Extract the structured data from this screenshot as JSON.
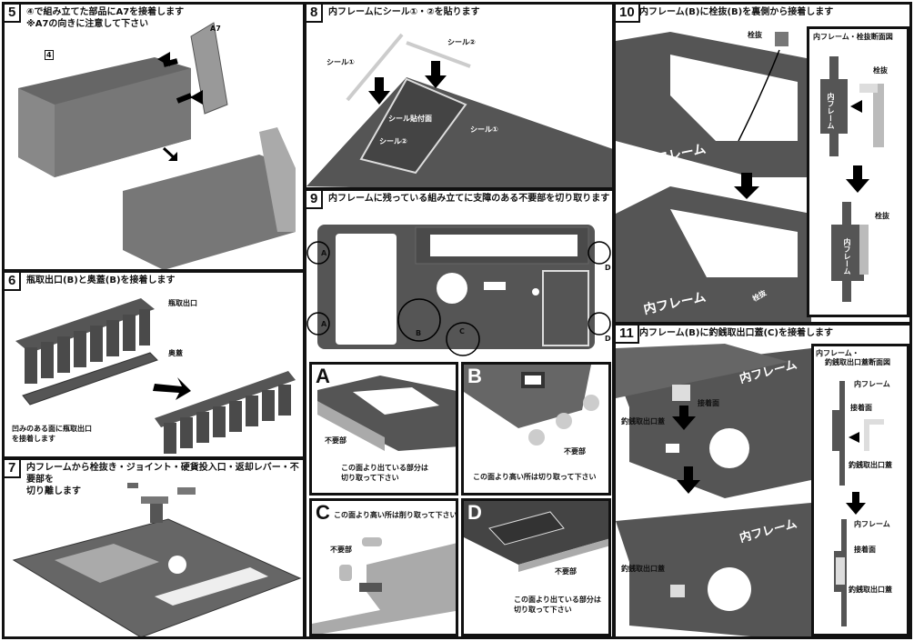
{
  "steps": {
    "s5": {
      "num": "5",
      "title1": "④で組み立てた部品にA7を接着します",
      "title2": "※A7の向きに注意して下さい",
      "label_a7": "A7",
      "label_4": "4"
    },
    "s6": {
      "num": "6",
      "title": "瓶取出口(B)と奥蓋(B)を接着します",
      "label_outlet": "瓶取出口",
      "label_lid": "奥蓋",
      "note1": "凹みのある面に瓶取出口",
      "note2": "を接着します"
    },
    "s7": {
      "num": "7",
      "title1": "内フレームから栓抜き・ジョイント・硬貨投入口・返却レバー・不要部を",
      "title2": "切り離します"
    },
    "s8": {
      "num": "8",
      "title": "内フレームにシール①・②を貼ります",
      "label_seal1": "シール①",
      "label_seal2": "シール②",
      "label_surface": "シール貼付面",
      "label_seal1b": "シール①",
      "label_seal2b": "シール②"
    },
    "s9": {
      "num": "9",
      "title": "内フレームに残っている組み立てに支障のある不要部を切り取ります",
      "markers": [
        "A",
        "A",
        "B",
        "C",
        "D",
        "D"
      ],
      "details": [
        {
          "letter": "A",
          "unneeded": "不要部",
          "note1": "この面より出ている部分は",
          "note2": "切り取って下さい"
        },
        {
          "letter": "B",
          "unneeded": "不要部",
          "note1": "この面より高い所は切り取って下さい"
        },
        {
          "letter": "C",
          "unneeded": "不要部",
          "note1": "この面より高い所は削り取って下さい"
        },
        {
          "letter": "D",
          "unneeded": "不要部",
          "note1": "この面より出ている部分は",
          "note2": "切り取って下さい"
        }
      ]
    },
    "s10": {
      "num": "10",
      "title": "内フレーム(B)に栓抜(B)を裏側から接着します",
      "label_opener": "栓抜",
      "part_text": "内フレーム",
      "part_text2": "内フレーム",
      "part_opener": "栓抜",
      "section_title": "内フレーム・栓抜断面図",
      "sec_frame": "内フレーム",
      "sec_opener": "栓抜",
      "sec_frame2": "内フレーム",
      "sec_opener2": "栓抜"
    },
    "s11": {
      "num": "11",
      "title": "内フレーム(B)に釣銭取出口蓋(C)を接着します",
      "part_text": "内フレーム",
      "part_text2": "内フレーム",
      "label_lid": "釣銭取出口蓋",
      "label_surface": "接着面",
      "label_lid2": "釣銭取出口蓋",
      "section_title1": "内フレーム・",
      "section_title2": "釣銭取出口蓋断面図",
      "sec_frame": "内フレーム",
      "sec_surface": "接着面",
      "sec_lid": "釣銭取出口蓋",
      "sec_frame2": "内フレーム",
      "sec_surface2": "接着面",
      "sec_lid2": "釣銭取出口蓋"
    }
  },
  "colors": {
    "part": "#5a5a5a",
    "light": "#c8c8c8",
    "border": "#111111"
  }
}
